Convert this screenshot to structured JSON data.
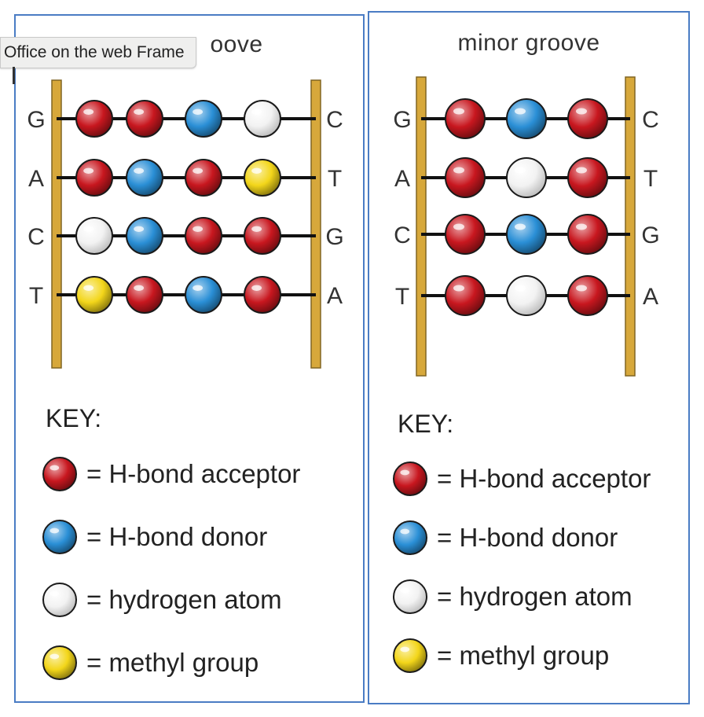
{
  "tooltip": {
    "text": "Office on the web Frame"
  },
  "colors": {
    "acceptor": "#c8171f",
    "donor": "#2a8fd6",
    "hydrogen": "#f2f2f2",
    "methyl": "#f3d61a",
    "backbone": "#d7a83b",
    "border": "#4a7cc4"
  },
  "panels": [
    {
      "title": "major groove",
      "title_visible": "oove",
      "rows": [
        {
          "left": "G",
          "right": "C",
          "atoms": [
            "acceptor",
            "acceptor",
            "donor",
            "hydrogen"
          ]
        },
        {
          "left": "A",
          "right": "T",
          "atoms": [
            "acceptor",
            "donor",
            "acceptor",
            "methyl"
          ]
        },
        {
          "left": "C",
          "right": "G",
          "atoms": [
            "hydrogen",
            "donor",
            "acceptor",
            "acceptor"
          ]
        },
        {
          "left": "T",
          "right": "A",
          "atoms": [
            "methyl",
            "acceptor",
            "donor",
            "acceptor"
          ]
        }
      ],
      "key_title": "KEY:",
      "key": [
        {
          "type": "acceptor",
          "label": "= H-bond acceptor"
        },
        {
          "type": "donor",
          "label": "= H-bond donor"
        },
        {
          "type": "hydrogen",
          "label": "= hydrogen atom"
        },
        {
          "type": "methyl",
          "label": "= methyl group"
        }
      ]
    },
    {
      "title": "minor groove",
      "rows": [
        {
          "left": "G",
          "right": "C",
          "atoms": [
            "acceptor",
            "donor",
            "acceptor"
          ]
        },
        {
          "left": "A",
          "right": "T",
          "atoms": [
            "acceptor",
            "hydrogen",
            "acceptor"
          ]
        },
        {
          "left": "C",
          "right": "G",
          "atoms": [
            "acceptor",
            "donor",
            "acceptor"
          ]
        },
        {
          "left": "T",
          "right": "A",
          "atoms": [
            "acceptor",
            "hydrogen",
            "acceptor"
          ]
        }
      ],
      "key_title": "KEY:",
      "key": [
        {
          "type": "acceptor",
          "label": "= H-bond acceptor"
        },
        {
          "type": "donor",
          "label": "= H-bond donor"
        },
        {
          "type": "hydrogen",
          "label": "= hydrogen atom"
        },
        {
          "type": "methyl",
          "label": "= methyl group"
        }
      ]
    }
  ]
}
